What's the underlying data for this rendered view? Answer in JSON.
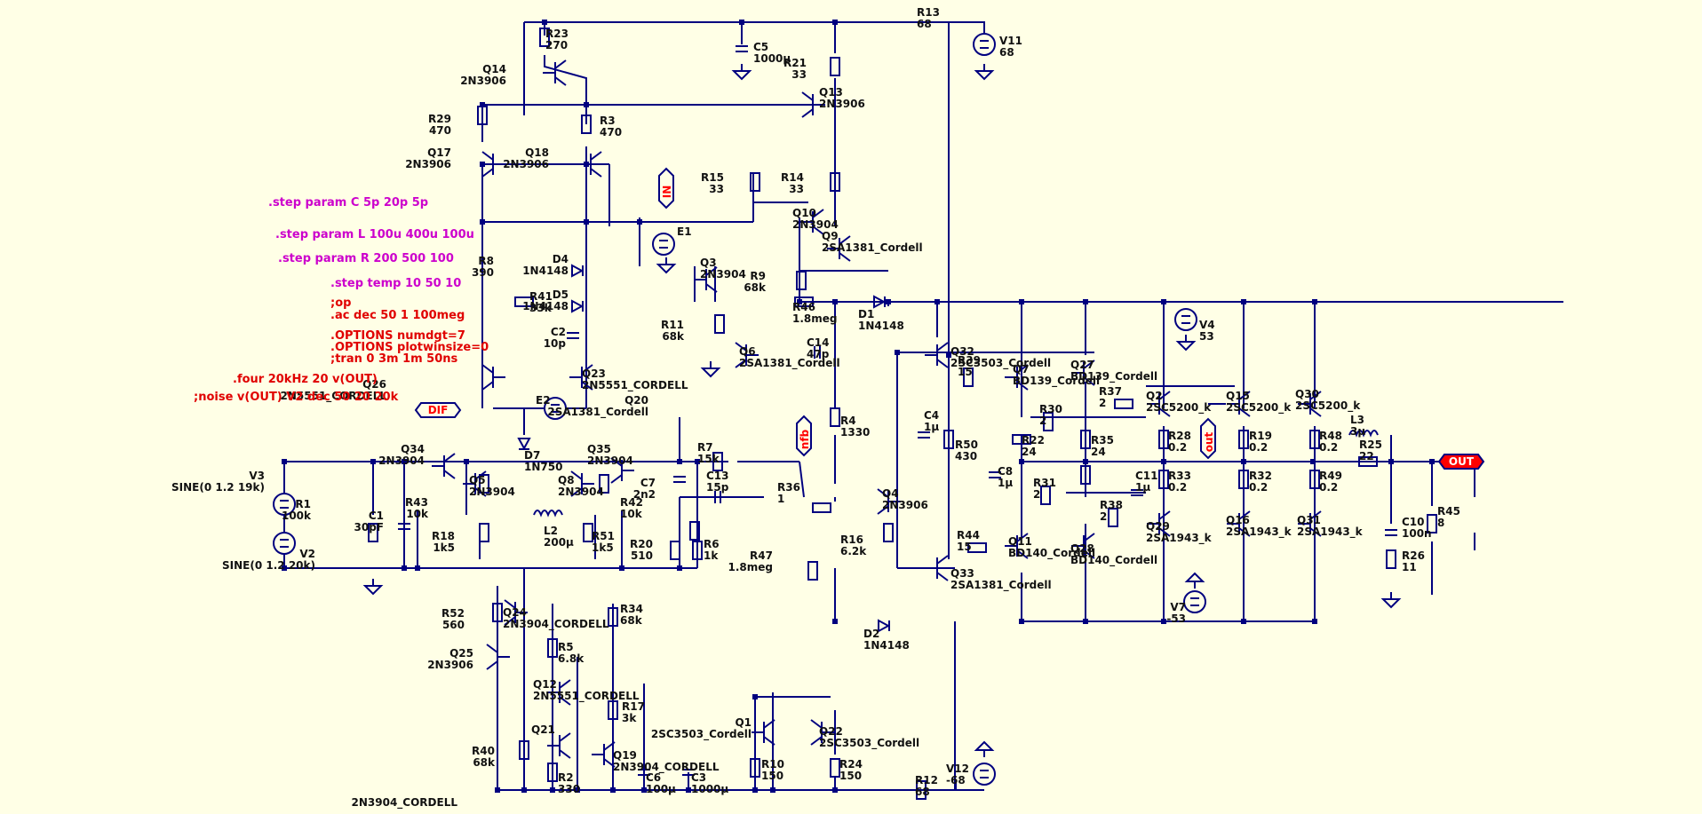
{
  "colors": {
    "background": "#ffffe6",
    "wire": "#00007f",
    "text": "#111111",
    "directive_magenta": "#cc00cc",
    "directive_red": "#e00000",
    "netlabel_fill": "#ff0000"
  },
  "directives": {
    "step_c": ".step param C 5p 20p 5p",
    "step_l": ".step param L 100u 400u 100u",
    "step_r": ".step param R 200 500 100",
    "step_temp": ".step temp 10 50 10",
    "op": ";op",
    "ac": ".ac dec 50 1 100meg",
    "opt1": ".OPTIONS numdgt=7",
    "opt2": ".OPTIONS plotwinsize=0",
    "tran": ";tran 0 3m 1m 50ns",
    "four": ".four 20kHz 20 v(OUT)",
    "noise": ";noise v(OUT) V2 dec 50 20 20k"
  },
  "net_labels": {
    "in": "IN",
    "dif": "DIF",
    "nfb": "nfb",
    "out": "out",
    "out_main": "OUT"
  },
  "components": [
    {
      "id": "r23",
      "name": "R23",
      "value": "270"
    },
    {
      "id": "q14",
      "name": "Q14",
      "value": "2N3906"
    },
    {
      "id": "r29",
      "name": "R29",
      "value": "470"
    },
    {
      "id": "r3",
      "name": "R3",
      "value": "470"
    },
    {
      "id": "q17",
      "name": "Q17",
      "value": "2N3906"
    },
    {
      "id": "q18",
      "name": "Q18",
      "value": "2N3906"
    },
    {
      "id": "c5",
      "name": "C5",
      "value": "1000µ"
    },
    {
      "id": "r21",
      "name": "R21",
      "value": "33"
    },
    {
      "id": "r13",
      "name": "R13",
      "value": "68"
    },
    {
      "id": "v11",
      "name": "V11",
      "value": "68"
    },
    {
      "id": "q13",
      "name": "Q13",
      "value": "2N3906"
    },
    {
      "id": "r15",
      "name": "R15",
      "value": "33"
    },
    {
      "id": "r14",
      "name": "R14",
      "value": "33"
    },
    {
      "id": "q10",
      "name": "Q10",
      "value": "2N3904"
    },
    {
      "id": "q9",
      "name": "Q9",
      "value": "2SA1381_Cordell"
    },
    {
      "id": "e1",
      "name": "E1",
      "value": ""
    },
    {
      "id": "r8",
      "name": "R8",
      "value": "390"
    },
    {
      "id": "d4",
      "name": "D4",
      "value": "1N4148"
    },
    {
      "id": "d5",
      "name": "D5",
      "value": "1N4148"
    },
    {
      "id": "r41",
      "name": "R41",
      "value": "33k"
    },
    {
      "id": "c2",
      "name": "C2",
      "value": "10p"
    },
    {
      "id": "q3",
      "name": "Q3",
      "value": "2N3904"
    },
    {
      "id": "r9",
      "name": "R9",
      "value": "68k"
    },
    {
      "id": "r46",
      "name": "R46",
      "value": "1.8meg"
    },
    {
      "id": "d1",
      "name": "D1",
      "value": "1N4148"
    },
    {
      "id": "r11",
      "name": "R11",
      "value": "68k"
    },
    {
      "id": "q6",
      "name": "Q6",
      "value": "2SA1381_Cordell"
    },
    {
      "id": "q20",
      "name": "Q20",
      "value": "2SA1381_Cordell"
    },
    {
      "id": "c14",
      "name": "C14",
      "value": "47p"
    },
    {
      "id": "q26",
      "name": "Q26",
      "value": "2N5551_CORDELL"
    },
    {
      "id": "q23",
      "name": "Q23",
      "value": "2N5551_CORDELL"
    },
    {
      "id": "e2",
      "name": "E2",
      "value": ""
    },
    {
      "id": "d7",
      "name": "D7",
      "value": "1N750"
    },
    {
      "id": "q34",
      "name": "Q34",
      "value": "2N3904"
    },
    {
      "id": "q5",
      "name": "Q5",
      "value": "2N3904"
    },
    {
      "id": "q35",
      "name": "Q35",
      "value": "2N3904"
    },
    {
      "id": "q8",
      "name": "Q8",
      "value": "2N3904"
    },
    {
      "id": "r7",
      "name": "R7",
      "value": "15k"
    },
    {
      "id": "c7",
      "name": "C7",
      "value": "2n2"
    },
    {
      "id": "c13",
      "name": "C13",
      "value": "15p"
    },
    {
      "id": "r36",
      "name": "R36",
      "value": "1"
    },
    {
      "id": "r43",
      "name": "R43",
      "value": "10k"
    },
    {
      "id": "r42",
      "name": "R42",
      "value": "10k"
    },
    {
      "id": "l2",
      "name": "L2",
      "value": "200µ"
    },
    {
      "id": "r18",
      "name": "R18",
      "value": "1k5"
    },
    {
      "id": "r51",
      "name": "R51",
      "value": "1k5"
    },
    {
      "id": "r20",
      "name": "R20",
      "value": "510"
    },
    {
      "id": "r6",
      "name": "R6",
      "value": "1k"
    },
    {
      "id": "r1",
      "name": "R1",
      "value": "100k"
    },
    {
      "id": "c1",
      "name": "C1",
      "value": "30pF"
    },
    {
      "id": "v3",
      "name": "V3",
      "value": "SINE(0 1.2 19k)"
    },
    {
      "id": "v2",
      "name": "V2",
      "value": "SINE(0 1.2 20k)"
    },
    {
      "id": "r4",
      "name": "R4",
      "value": "1330"
    },
    {
      "id": "c4",
      "name": "C4",
      "value": "1µ"
    },
    {
      "id": "q4",
      "name": "Q4",
      "value": "2N3906"
    },
    {
      "id": "r16",
      "name": "R16",
      "value": "6.2k"
    },
    {
      "id": "r47",
      "name": "R47",
      "value": "1.8meg"
    },
    {
      "id": "d2",
      "name": "D2",
      "value": "1N4148"
    },
    {
      "id": "q32",
      "name": "Q32",
      "value": "2SC3503_Cordell"
    },
    {
      "id": "r39",
      "name": "R39",
      "value": "15"
    },
    {
      "id": "r50",
      "name": "R50",
      "value": "430"
    },
    {
      "id": "q33",
      "name": "Q33",
      "value": "2SA1381_Cordell"
    },
    {
      "id": "r44",
      "name": "R44",
      "value": "15"
    },
    {
      "id": "q7",
      "name": "Q7",
      "value": "BD139_Cordell"
    },
    {
      "id": "q27",
      "name": "Q27",
      "value": "BD139_Cordell"
    },
    {
      "id": "q11",
      "name": "Q11",
      "value": "BD140_Cordell"
    },
    {
      "id": "q28",
      "name": "Q28",
      "value": "BD140_Cordell"
    },
    {
      "id": "r30",
      "name": "R30",
      "value": "2"
    },
    {
      "id": "r22",
      "name": "R22",
      "value": "24"
    },
    {
      "id": "r35",
      "name": "R35",
      "value": "24"
    },
    {
      "id": "r31",
      "name": "R31",
      "value": "2"
    },
    {
      "id": "c8",
      "name": "C8",
      "value": "1µ"
    },
    {
      "id": "r37",
      "name": "R37",
      "value": "2"
    },
    {
      "id": "r38",
      "name": "R38",
      "value": "2"
    },
    {
      "id": "c11",
      "name": "C11",
      "value": "1µ"
    },
    {
      "id": "v4",
      "name": "V4",
      "value": "53"
    },
    {
      "id": "v7",
      "name": "V7",
      "value": "-53"
    },
    {
      "id": "q2",
      "name": "Q2",
      "value": "2SC5200_k"
    },
    {
      "id": "q15",
      "name": "Q15",
      "value": "2SC5200_k"
    },
    {
      "id": "q30",
      "name": "Q30",
      "value": "2SC5200_k"
    },
    {
      "id": "q29",
      "name": "Q29",
      "value": "2SA1943_k"
    },
    {
      "id": "q16",
      "name": "Q16",
      "value": "2SA1943_k"
    },
    {
      "id": "q31",
      "name": "Q31",
      "value": "2SA1943_k"
    },
    {
      "id": "r28",
      "name": "R28",
      "value": "0.2"
    },
    {
      "id": "r19",
      "name": "R19",
      "value": "0.2"
    },
    {
      "id": "r48",
      "name": "R48",
      "value": "0.2"
    },
    {
      "id": "r33",
      "name": "R33",
      "value": "0.2"
    },
    {
      "id": "r32",
      "name": "R32",
      "value": "0.2"
    },
    {
      "id": "r49",
      "name": "R49",
      "value": "0.2"
    },
    {
      "id": "l3",
      "name": "L3",
      "value": "3µ"
    },
    {
      "id": "r25",
      "name": "R25",
      "value": "22"
    },
    {
      "id": "c10",
      "name": "C10",
      "value": "100n"
    },
    {
      "id": "r26",
      "name": "R26",
      "value": "11"
    },
    {
      "id": "r45",
      "name": "R45",
      "value": "8"
    },
    {
      "id": "r52",
      "name": "R52",
      "value": "560"
    },
    {
      "id": "q24",
      "name": "Q24",
      "value": "2N3904_CORDELL"
    },
    {
      "id": "q25",
      "name": "Q25",
      "value": "2N3906"
    },
    {
      "id": "r5",
      "name": "R5",
      "value": "6.8k"
    },
    {
      "id": "q12",
      "name": "Q12",
      "value": "2N5551_CORDELL"
    },
    {
      "id": "r34",
      "name": "R34",
      "value": "68k"
    },
    {
      "id": "r17",
      "name": "R17",
      "value": "3k"
    },
    {
      "id": "q21",
      "name": "Q21",
      "value": ""
    },
    {
      "id": "q19",
      "name": "Q19",
      "value": "2N3904_CORDELL"
    },
    {
      "id": "r40",
      "name": "R40",
      "value": "68k"
    },
    {
      "id": "r2",
      "name": "R2",
      "value": "330"
    },
    {
      "id": "c6",
      "name": "C6",
      "value": "100µ"
    },
    {
      "id": "c3",
      "name": "C3",
      "value": "1000µ"
    },
    {
      "id": "q1",
      "name": "Q1",
      "value": "2SC3503_Cordell"
    },
    {
      "id": "q22",
      "name": "Q22",
      "value": "2SC3503_Cordell"
    },
    {
      "id": "r10",
      "name": "R10",
      "value": "150"
    },
    {
      "id": "r24",
      "name": "R24",
      "value": "150"
    },
    {
      "id": "r12",
      "name": "R12",
      "value": "68"
    },
    {
      "id": "v12",
      "name": "V12",
      "value": "-68"
    },
    {
      "id": "q21_label",
      "name": "2N3904_CORDELL",
      "value": ""
    }
  ]
}
